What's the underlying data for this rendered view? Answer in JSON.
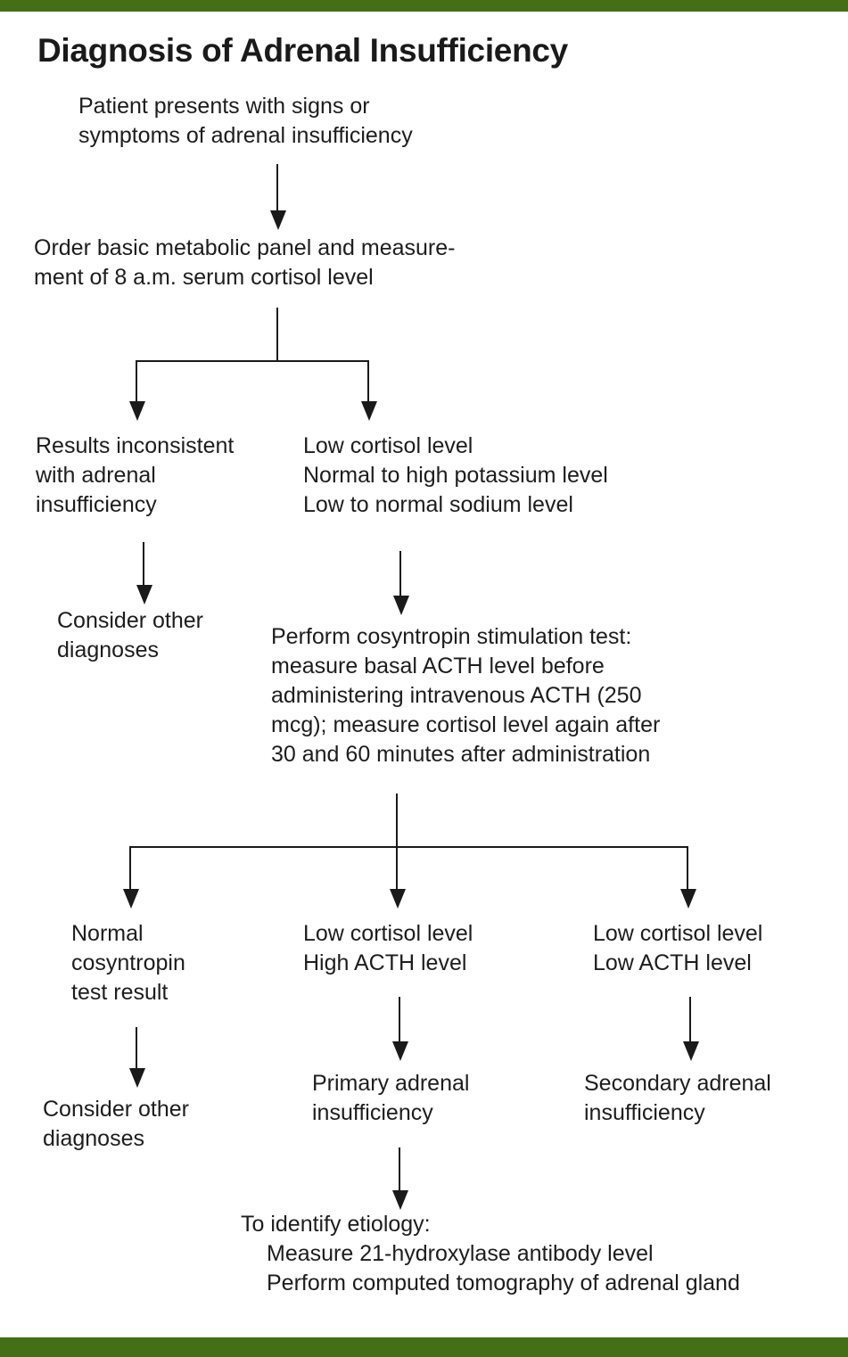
{
  "document": {
    "title": "Diagnosis of Adrenal Insufficiency",
    "accent_color": "#456f17",
    "text_color": "#1d1d1d"
  },
  "chart_data": {
    "type": "diagram",
    "diagram_kind": "clinical-decision-flowchart",
    "title": "Diagnosis of Adrenal Insufficiency",
    "nodes": [
      {
        "id": "n1",
        "lines": [
          "Patient presents with signs or",
          "symptoms of adrenal insufficiency"
        ]
      },
      {
        "id": "n2",
        "lines": [
          "Order basic metabolic panel and measure-",
          "ment of 8 a.m. serum cortisol level"
        ]
      },
      {
        "id": "n3",
        "lines": [
          "Results inconsistent",
          "with adrenal",
          "insufficiency"
        ]
      },
      {
        "id": "n4",
        "lines": [
          "Consider other",
          "diagnoses"
        ]
      },
      {
        "id": "n5",
        "lines": [
          "Low cortisol level",
          "Normal to high potassium level",
          "Low to normal sodium level"
        ]
      },
      {
        "id": "n6",
        "lines": [
          "Perform cosyntropin stimulation test:",
          "measure basal ACTH level before",
          "administering intravenous ACTH (250",
          "mcg); measure cortisol level again after",
          "30 and 60 minutes after administration"
        ]
      },
      {
        "id": "n7",
        "lines": [
          "Normal",
          "cosyntropin",
          "test result"
        ]
      },
      {
        "id": "n8",
        "lines": [
          "Consider other",
          "diagnoses"
        ]
      },
      {
        "id": "n9",
        "lines": [
          "Low cortisol level",
          "High ACTH level"
        ]
      },
      {
        "id": "n10",
        "lines": [
          "Primary adrenal",
          "insufficiency"
        ]
      },
      {
        "id": "n11",
        "lines": [
          "Low cortisol level",
          "Low ACTH level"
        ]
      },
      {
        "id": "n12",
        "lines": [
          "Secondary adrenal",
          "insufficiency"
        ]
      },
      {
        "id": "n13",
        "lines": [
          "To identify etiology:",
          "Measure 21-hydroxylase antibody level",
          "Perform computed tomography of adrenal gland"
        ]
      }
    ],
    "edges": [
      {
        "from": "n1",
        "to": "n2",
        "style": "arrow-down"
      },
      {
        "from": "n2",
        "to": "n3",
        "style": "branch-left"
      },
      {
        "from": "n2",
        "to": "n5",
        "style": "branch-right"
      },
      {
        "from": "n3",
        "to": "n4",
        "style": "arrow-down"
      },
      {
        "from": "n5",
        "to": "n6",
        "style": "arrow-down"
      },
      {
        "from": "n6",
        "to": "n7",
        "style": "branch-left"
      },
      {
        "from": "n6",
        "to": "n9",
        "style": "branch-center"
      },
      {
        "from": "n6",
        "to": "n11",
        "style": "branch-right"
      },
      {
        "from": "n7",
        "to": "n8",
        "style": "arrow-down"
      },
      {
        "from": "n9",
        "to": "n10",
        "style": "arrow-down"
      },
      {
        "from": "n11",
        "to": "n12",
        "style": "arrow-down"
      },
      {
        "from": "n10",
        "to": "n13",
        "style": "arrow-down"
      }
    ]
  },
  "nodes": {
    "n1": {
      "l0": "Patient presents with signs or",
      "l1": "symptoms of adrenal insufficiency"
    },
    "n2": {
      "l0": "Order basic metabolic panel and measure-",
      "l1": "ment of 8 a.m. serum cortisol level"
    },
    "n3": {
      "l0": "Results inconsistent",
      "l1": "with adrenal",
      "l2": "insufficiency"
    },
    "n4": {
      "l0": "Consider other",
      "l1": "diagnoses"
    },
    "n5": {
      "l0": "Low cortisol level",
      "l1": "Normal to high potassium level",
      "l2": "Low to normal sodium level"
    },
    "n6": {
      "l0": "Perform cosyntropin stimulation test:",
      "l1": "measure basal ACTH level before",
      "l2": "administering intravenous ACTH (250",
      "l3": "mcg); measure cortisol level again after",
      "l4": "30 and 60 minutes after administration"
    },
    "n7": {
      "l0": "Normal",
      "l1": "cosyntropin",
      "l2": "test result"
    },
    "n8": {
      "l0": "Consider other",
      "l1": "diagnoses"
    },
    "n9": {
      "l0": "Low cortisol level",
      "l1": "High ACTH level"
    },
    "n10": {
      "l0": "Primary adrenal",
      "l1": "insufficiency"
    },
    "n11": {
      "l0": "Low cortisol level",
      "l1": "Low ACTH level"
    },
    "n12": {
      "l0": "Secondary adrenal",
      "l1": "insufficiency"
    },
    "n13": {
      "l0": "To identify etiology:",
      "l1": "Measure 21-hydroxylase antibody level",
      "l2": "Perform computed tomography of adrenal gland"
    }
  }
}
